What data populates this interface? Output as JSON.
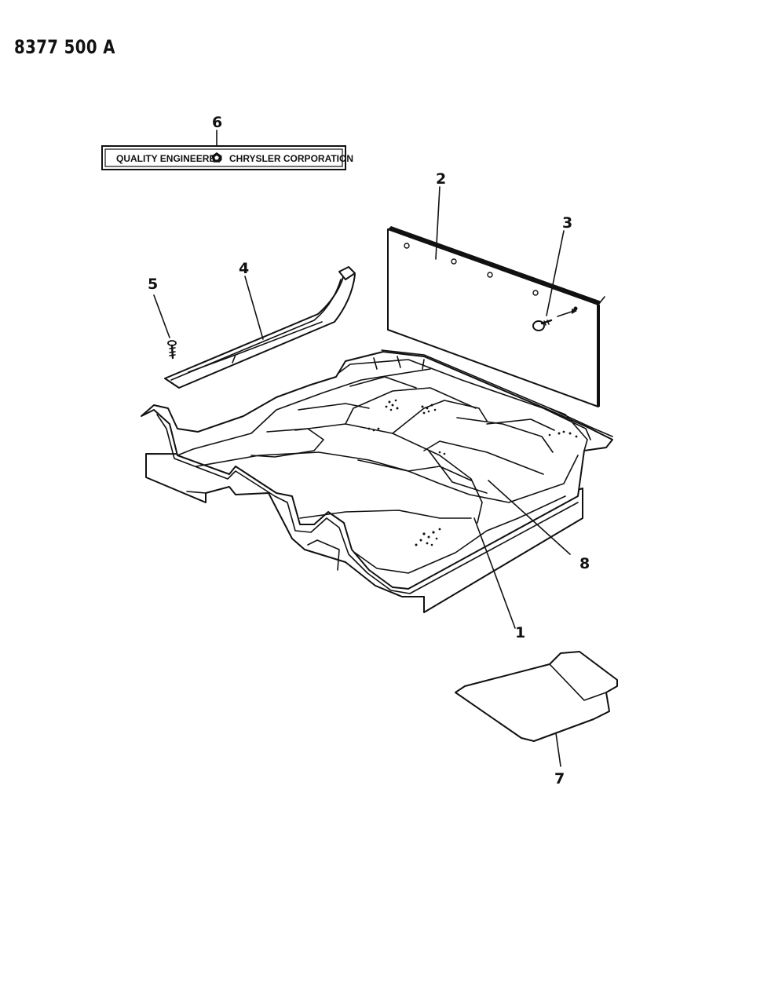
{
  "document": {
    "number": "8377 500 A"
  },
  "nameplate": {
    "left_text": "QUALITY ENGINEERED",
    "right_text": "CHRYSLER CORPORATION",
    "emblem": "pentastar-icon"
  },
  "callouts": [
    {
      "id": "1",
      "label": "1"
    },
    {
      "id": "2",
      "label": "2"
    },
    {
      "id": "3",
      "label": "3"
    },
    {
      "id": "4",
      "label": "4"
    },
    {
      "id": "5",
      "label": "5"
    },
    {
      "id": "6",
      "label": "6"
    },
    {
      "id": "7",
      "label": "7"
    },
    {
      "id": "8",
      "label": "8"
    }
  ]
}
